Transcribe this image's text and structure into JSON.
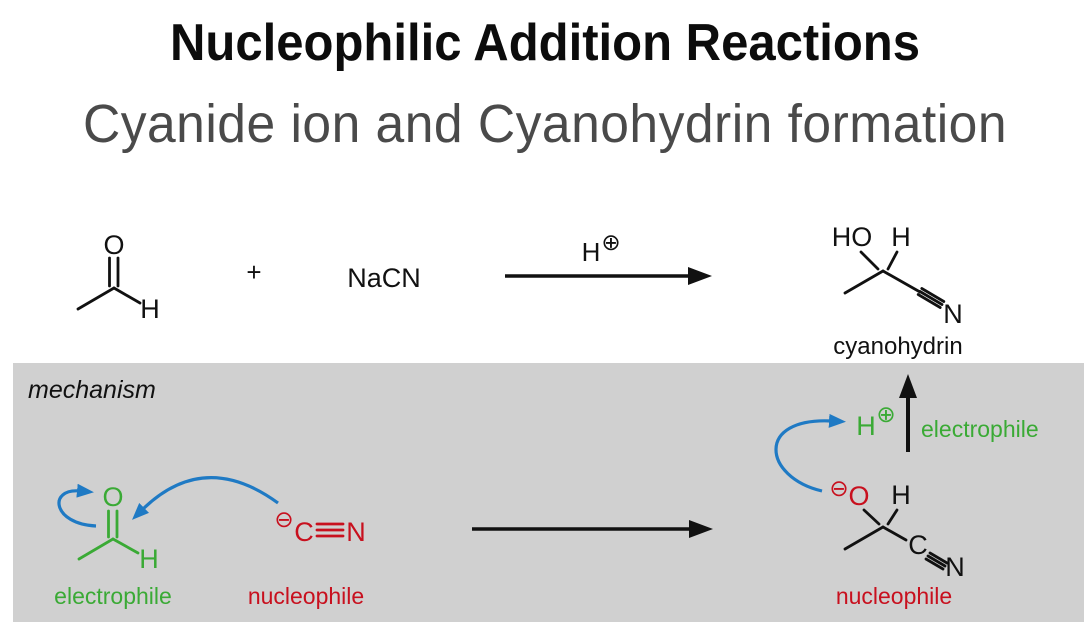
{
  "page": {
    "title": "Nucleophilic Addition Reactions",
    "subtitle": "Cyanide ion and Cyanohydrin formation"
  },
  "colors": {
    "ink_black": "#111111",
    "subtitle_gray": "#4a4a4a",
    "electrophile_green": "#3aaa35",
    "nucleophile_red": "#c8101e",
    "curved_arrow_blue": "#1f7ac4",
    "mechanism_panel_gray": "#d0d0d0"
  },
  "scheme": {
    "aldehyde": {
      "oxygen": "O",
      "hydrogen": "H"
    },
    "plus_sign": "+",
    "reagent": "NaCN",
    "arrow_catalyst": {
      "h": "H",
      "charge": "⊕"
    },
    "product": {
      "ho": "HO",
      "hydrogen": "H",
      "nitrogen": "N",
      "caption": "cyanohydrin"
    }
  },
  "mechanism": {
    "caption": "mechanism",
    "step1": {
      "aldehyde": {
        "oxygen": "O",
        "hydrogen": "H"
      },
      "aldehyde_role": "electrophile",
      "cyanide": {
        "charge": "⊖",
        "carbon": "C",
        "nitrogen": "N"
      },
      "cyanide_role": "nucleophile"
    },
    "step2": {
      "proton": {
        "h": "H",
        "charge": "⊕"
      },
      "proton_role": "electrophile",
      "alkoxide": {
        "charge": "⊖",
        "oxygen": "O",
        "h_top": "H",
        "carbon": "C",
        "nitrogen": "N"
      },
      "alkoxide_role": "nucleophile"
    }
  }
}
